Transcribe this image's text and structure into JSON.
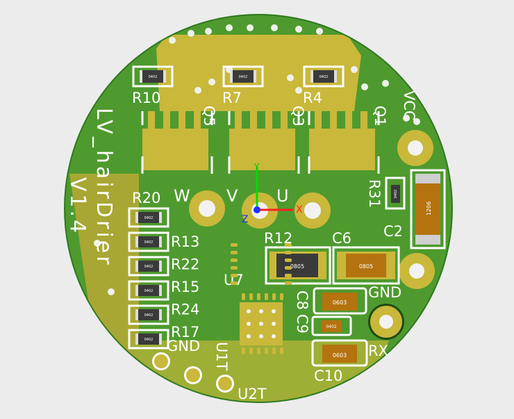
{
  "board": {
    "title": "LV_hairDrier",
    "version": "V1.4",
    "colors": {
      "background": "#ececec",
      "soldermask": "#3f8f2a",
      "copper": "#c9b83a",
      "silkscreen": "#ffffff",
      "resistor_body": "#3a3a3a",
      "capacitor_body": "#b5730f"
    }
  },
  "axes": {
    "x": "X",
    "y": "Y",
    "z": "Z"
  },
  "phase_labels": [
    "W",
    "V",
    "U"
  ],
  "transistors": [
    "Q5",
    "Q3",
    "Q1"
  ],
  "resistors_top": [
    {
      "ref": "R10",
      "code": "0402"
    },
    {
      "ref": "R7",
      "code": "0402"
    },
    {
      "ref": "R4",
      "code": "0402"
    }
  ],
  "resistor_column": [
    {
      "ref": "R20",
      "code": "0402"
    },
    {
      "ref": "R13",
      "code": "0402"
    },
    {
      "ref": "R22",
      "code": "0402"
    },
    {
      "ref": "R15",
      "code": "0402"
    },
    {
      "ref": "R24",
      "code": "0402"
    },
    {
      "ref": "R17",
      "code": "0402"
    }
  ],
  "parts": {
    "R12": {
      "ref": "R12",
      "code": "0805"
    },
    "C6": {
      "ref": "C6",
      "code": "0805"
    },
    "C8": {
      "ref": "C8",
      "code": "0603"
    },
    "C9": {
      "ref": "C9",
      "code": "0402"
    },
    "C10": {
      "ref": "C10",
      "code": "0603"
    },
    "C2": {
      "ref": "C2",
      "code": "1206"
    },
    "R31": {
      "ref": "R31",
      "code": "0402"
    },
    "U7": {
      "ref": "U7"
    }
  },
  "pads": {
    "vcc": "VCC",
    "gnd_right": "GND",
    "rx": "RX",
    "gnd_left": "GND",
    "u1t": "U1T",
    "u2t": "U2T"
  }
}
